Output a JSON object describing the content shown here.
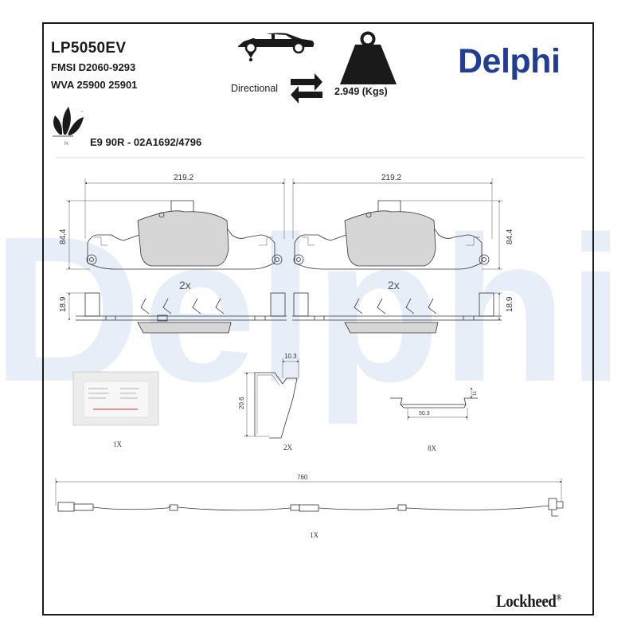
{
  "product": {
    "part_number": "LP5050EV",
    "fmsi": "FMSI D2060-9293",
    "wva": "WVA 25900 25901",
    "directional_label": "Directional",
    "weight": "2.949 (Kgs)",
    "approval": "E9 90R - 02A1692/4796"
  },
  "brands": {
    "delphi": "Delphi",
    "lockheed": "Lockheed",
    "lockheed_mark": "®",
    "watermark": "Delphi",
    "eco_mark": "N",
    "eco_tm": "™"
  },
  "colors": {
    "delphi_blue": "#1f3d99",
    "watermark": "#e8eef7",
    "pad_fill": "#d6d6d6",
    "line": "#333333"
  },
  "icons": [
    "car-icon",
    "weight-icon",
    "directional-arrows-icon",
    "eco-leaves-icon"
  ],
  "drawing": {
    "pad_width": "219.2",
    "pad_height": "84.4",
    "pad_thickness": "18.9",
    "pad_qty": "2x",
    "clip_width": "10.3",
    "clip_height": "20.6",
    "clip_qty": "2X",
    "shim_width": "50.3",
    "shim_height": "11",
    "shim_qty": "8X",
    "grease_qty": "1X",
    "sensor_length": "760",
    "sensor_qty": "1X"
  }
}
